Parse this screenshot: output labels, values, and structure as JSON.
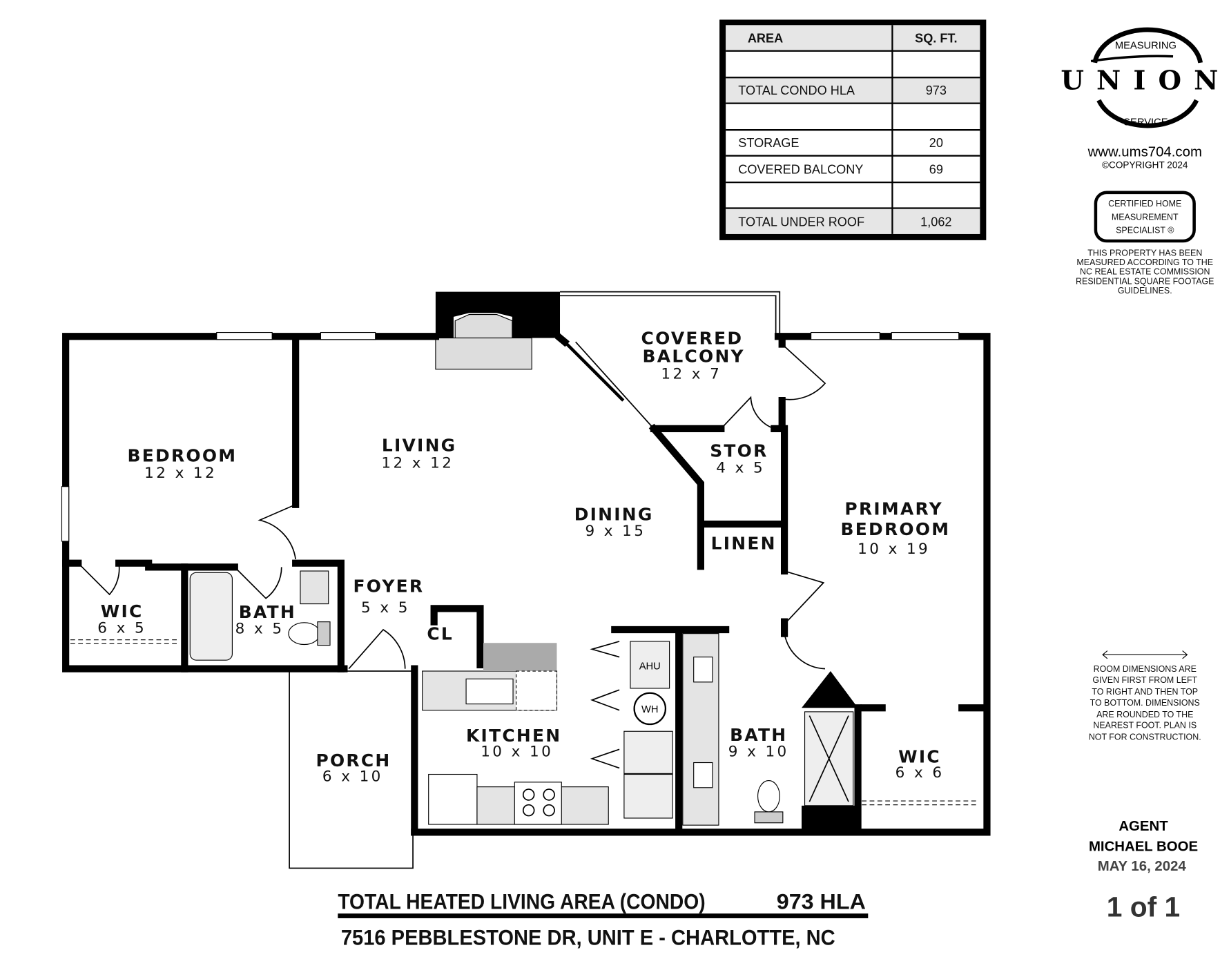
{
  "area_table": {
    "headers": [
      "AREA",
      "SQ. FT."
    ],
    "rows": [
      {
        "area": "",
        "sqft": ""
      },
      {
        "area": "TOTAL CONDO HLA",
        "sqft": "973"
      },
      {
        "area": "",
        "sqft": ""
      },
      {
        "area": "STORAGE",
        "sqft": "20"
      },
      {
        "area": "COVERED BALCONY",
        "sqft": "69"
      },
      {
        "area": "",
        "sqft": ""
      },
      {
        "area": "TOTAL UNDER ROOF",
        "sqft": "1,062"
      }
    ]
  },
  "logo": {
    "top": "MEASURING",
    "main": "UNION",
    "bottom": "SERVICE",
    "website": "www.ums704.com",
    "copyright": "©COPYRIGHT 2024"
  },
  "certification": {
    "line1": "CERTIFIED HOME",
    "line2": "MEASUREMENT",
    "line3": "SPECIALIST ®"
  },
  "compliance": [
    "THIS PROPERTY HAS BEEN",
    "MEASURED ACCORDING TO THE",
    "NC REAL ESTATE COMMISSION",
    "RESIDENTIAL SQUARE FOOTAGE",
    "GUIDELINES."
  ],
  "disclaimer": [
    "ROOM DIMENSIONS ARE",
    "GIVEN FIRST FROM LEFT",
    "TO RIGHT AND THEN TOP",
    "TO BOTTOM. DIMENSIONS",
    "ARE ROUNDED TO THE",
    "NEAREST FOOT. PLAN IS",
    "NOT FOR CONSTRUCTION."
  ],
  "agent": {
    "label": "AGENT",
    "name": "MICHAEL BOOE",
    "date": "MAY 16, 2024"
  },
  "page": "1 of 1",
  "footer": {
    "total_label": "TOTAL HEATED LIVING AREA (CONDO)",
    "total_value": "973 HLA",
    "address": "7516 PEBBLESTONE DR, UNIT E - CHARLOTTE, NC"
  },
  "rooms": {
    "bedroom": {
      "name": "BEDROOM",
      "dim": "12 x 12"
    },
    "living": {
      "name": "LIVING",
      "dim": "12 x 12"
    },
    "balcony": {
      "name1": "COVERED",
      "name2": "BALCONY",
      "dim": "12 x 7"
    },
    "stor": {
      "name": "STOR",
      "dim": "4 x 5"
    },
    "dining": {
      "name": "DINING",
      "dim": "9 x 15"
    },
    "linen": {
      "name": "LINEN"
    },
    "primary": {
      "name1": "PRIMARY",
      "name2": "BEDROOM",
      "dim": "10 x 19"
    },
    "wic1": {
      "name": "WIC",
      "dim": "6 x 5"
    },
    "bath1": {
      "name": "BATH",
      "dim": "8 x 5"
    },
    "foyer": {
      "name": "FOYER",
      "dim": "5 x 5"
    },
    "cl": {
      "name": "CL"
    },
    "kitchen": {
      "name": "KITCHEN",
      "dim": "10 x 10"
    },
    "porch": {
      "name": "PORCH",
      "dim": "6 x 10"
    },
    "bath2": {
      "name": "BATH",
      "dim": "9 x 10"
    },
    "wic2": {
      "name": "WIC",
      "dim": "6 x 6"
    },
    "ahu": "AHU",
    "wh": "WH"
  }
}
